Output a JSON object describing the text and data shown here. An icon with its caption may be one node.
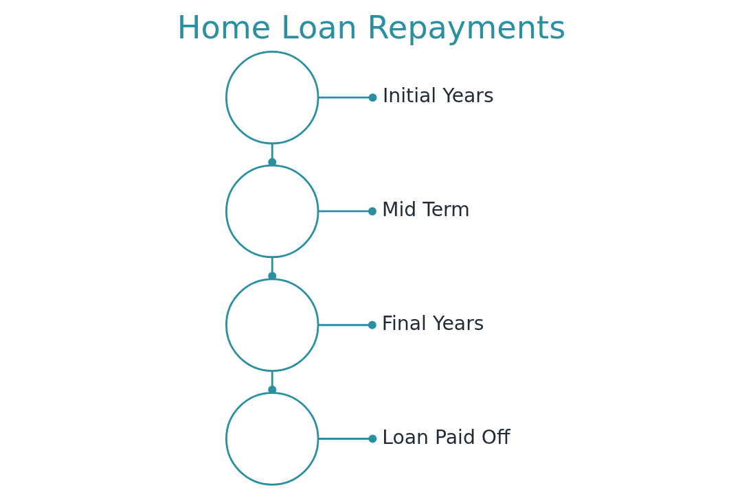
{
  "diagram": {
    "title": "Home Loan Repayments",
    "nodes": [
      {
        "text": [],
        "shape": "circle"
      },
      {
        "text": [
          "Initial Years"
        ]
      },
      {
        "text": [],
        "shape": "circle"
      },
      {
        "text": [
          "Mid Term"
        ]
      },
      {
        "text": [],
        "shape": "circle"
      },
      {
        "text": [
          "Final Years"
        ]
      },
      {
        "text": [],
        "shape": "circle"
      },
      {
        "text": [
          "Loan Paid Off"
        ]
      }
    ],
    "edges": [
      {
        "from": 0,
        "to": 1,
        "arrow": "other"
      },
      {
        "from": 0,
        "to": 2,
        "arrow": "other"
      },
      {
        "from": 2,
        "to": 3,
        "arrow": "other"
      },
      {
        "from": 2,
        "to": 4,
        "arrow": "other"
      },
      {
        "from": 4,
        "to": 5,
        "arrow": "other"
      },
      {
        "from": 4,
        "to": 6,
        "arrow": "other"
      },
      {
        "from": 6,
        "to": 7,
        "arrow": "other"
      }
    ]
  }
}
